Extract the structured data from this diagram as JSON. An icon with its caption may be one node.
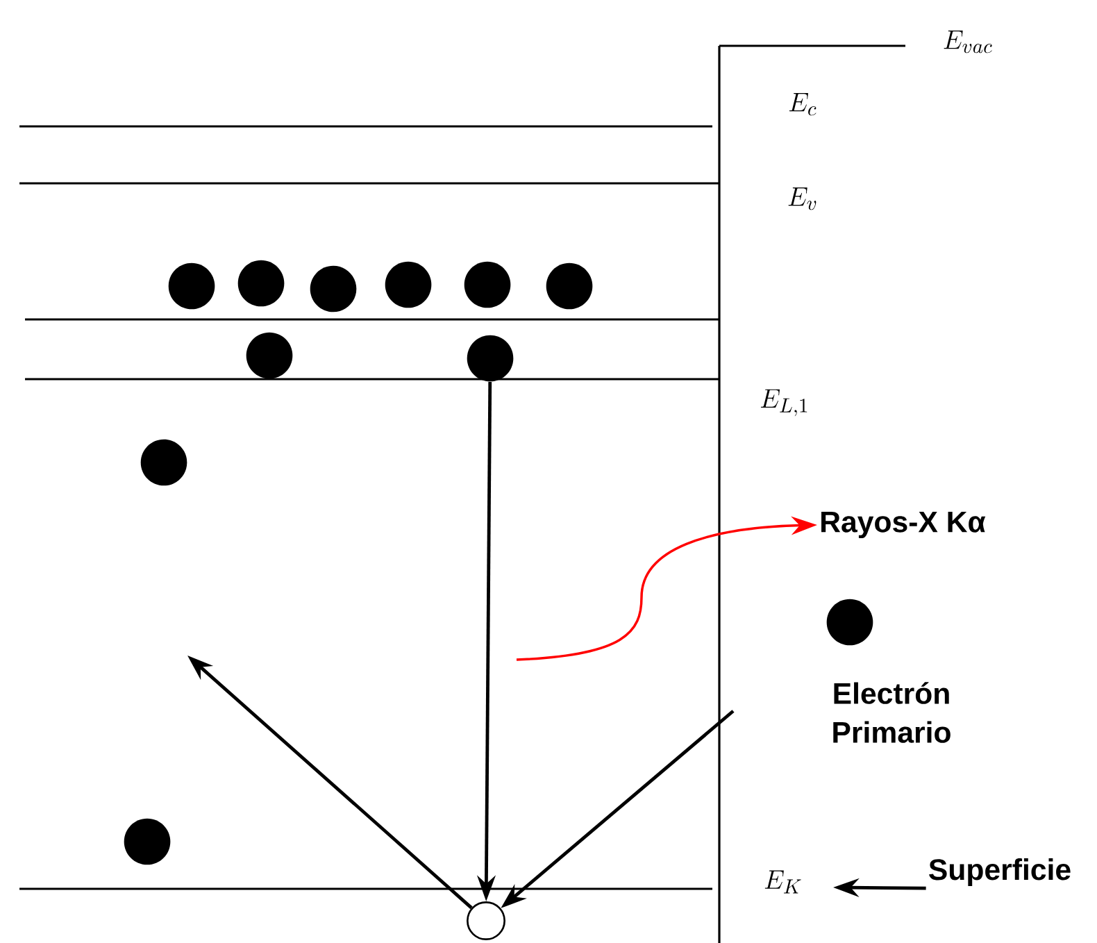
{
  "diagram": {
    "nodes": [
      {
        "text": [],
        "shape": "circle"
      },
      {
        "text": [],
        "shape": "circle"
      },
      {
        "text": [],
        "shape": "circle"
      },
      {
        "text": [],
        "shape": "circle"
      },
      {
        "text": [],
        "shape": "circle"
      },
      {
        "text": [],
        "shape": "circle"
      },
      {
        "text": [],
        "shape": "circle"
      },
      {
        "text": [],
        "shape": "circle"
      },
      {
        "text": [],
        "shape": "circle"
      },
      {
        "text": [
          "Rayos-X Kα"
        ]
      },
      {
        "text": [],
        "shape": "circle"
      },
      {
        "text": [
          "Electrón Primario"
        ]
      },
      {
        "text": [],
        "shape": "circle"
      },
      {
        "text": [
          "Superficie"
        ]
      },
      {
        "text": [],
        "shape": "circle"
      }
    ],
    "edges": [
      {
        "from": 7,
        "to": 14,
        "arrow": "to"
      },
      {
        "from": null,
        "to": 9,
        "arrow": "to",
        "color": "#ff0000"
      },
      {
        "from": null,
        "to": 14,
        "arrow": "to"
      },
      {
        "from": 14,
        "to": null,
        "arrow": "to"
      },
      {
        "from": 13,
        "to": null,
        "arrow": "to"
      }
    ],
    "labels": [
      "E_{vac}",
      "E_{c}",
      "E_{v}",
      "E_{L,1}",
      "E_{K}"
    ]
  }
}
